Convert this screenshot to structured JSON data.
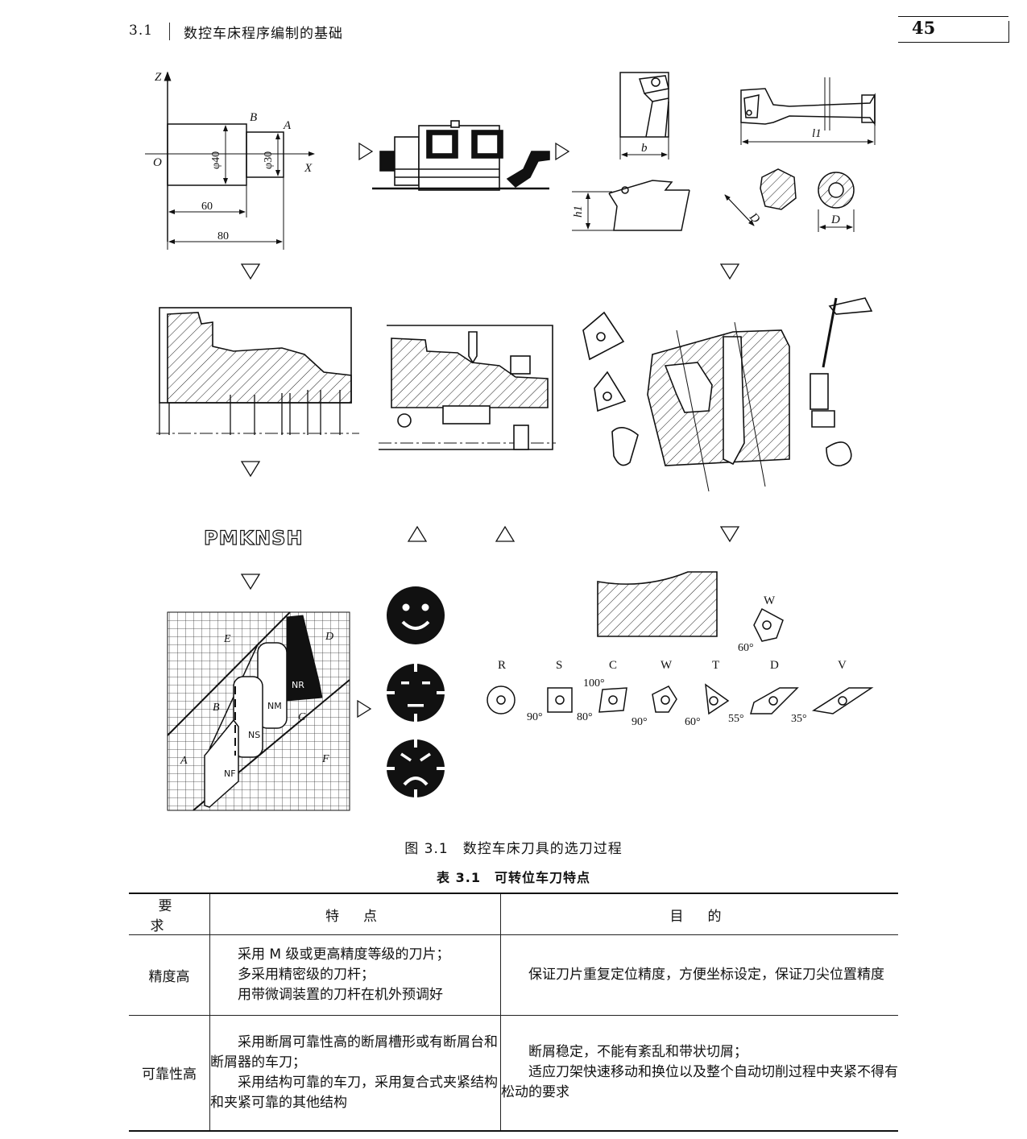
{
  "header": {
    "section_number": "3.1",
    "section_title": "数控车床程序编制的基础",
    "page_number": "45"
  },
  "figure": {
    "caption": "图 3.1　数控车床刀具的选刀过程",
    "part_drawing": {
      "axis_z": "Z",
      "axis_x": "X",
      "origin": "O",
      "point_a": "A",
      "point_b": "B",
      "dia_large": "φ40",
      "dia_small": "φ30",
      "len_60": "60",
      "len_80": "80"
    },
    "tool_dims": {
      "b": "b",
      "h1": "h1",
      "l1": "l1",
      "d1": "D",
      "d2": "D"
    },
    "chipbreaker": {
      "code_text": "PMKNSH",
      "zones": [
        "A",
        "B",
        "C",
        "D",
        "E",
        "F"
      ],
      "grades": [
        "NR",
        "NM",
        "NS",
        "NF"
      ]
    },
    "insert_shapes": {
      "top_label": "W",
      "top_angle": "60°",
      "labels": [
        "R",
        "S",
        "C",
        "W",
        "T",
        "D",
        "V"
      ],
      "angles": [
        "90°",
        "80°",
        "100°",
        "90°",
        "60°",
        "55°",
        "35°"
      ]
    }
  },
  "table": {
    "caption": "表 3.1　可转位车刀特点",
    "headers": [
      "要求",
      "特点",
      "目的"
    ],
    "rows": [
      {
        "requirement": "精度高",
        "features": [
          "采用 M 级或更高精度等级的刀片；",
          "多采用精密级的刀杆；",
          "用带微调装置的刀杆在机外预调好"
        ],
        "purpose": [
          "保证刀片重复定位精度，方便坐标设定，保证刀尖位置精度"
        ]
      },
      {
        "requirement": "可靠性高",
        "features": [
          "采用断屑可靠性高的断屑槽形或有断屑台和断屑器的车刀；",
          "采用结构可靠的车刀，采用复合式夹紧结构和夹紧可靠的其他结构"
        ],
        "purpose": [
          "断屑稳定，不能有紊乱和带状切屑；",
          "适应刀架快速移动和换位以及整个自动切削过程中夹紧不得有松动的要求"
        ]
      }
    ]
  }
}
